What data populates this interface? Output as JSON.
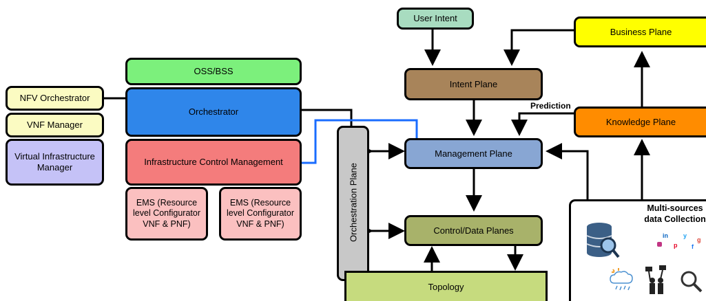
{
  "left": {
    "nfv_orchestrator": "NFV Orchestrator",
    "vnf_manager": "VNF Manager",
    "vim": "Virtual Infrastructure Manager"
  },
  "center": {
    "oss_bss": "OSS/BSS",
    "orchestrator": "Orchestrator",
    "icm": "Infrastructure Control Management",
    "ems_1": "EMS (Resource level Configurator VNF & PNF)",
    "ems_2": "EMS (Resource level Configurator VNF & PNF)",
    "orchestration_plane": "Orchestration Plane"
  },
  "right": {
    "user_intent": "User Intent",
    "intent_plane": "Intent Plane",
    "management_plane": "Management Plane",
    "control_data_planes": "Control/Data Planes",
    "topology": "Topology",
    "business_plane": "Business Plane",
    "knowledge_plane": "Knowledge Plane",
    "prediction": "Prediction",
    "data_collection_title": "Multi-sources data Collection"
  },
  "social_glyphs": [
    "in",
    "y",
    "g",
    "p",
    "f"
  ],
  "colors": {
    "oss_bss": "#7cf07c",
    "orchestrator": "#2f86ea",
    "icm": "#f47c7c",
    "ems": "#fbc0c0",
    "left_yellow": "#fbfbc2",
    "vim": "#c5c2f7",
    "user_intent": "#a8dcc0",
    "intent_plane": "#a8845a",
    "management_plane": "#88a6d3",
    "control_data_planes": "#a8b26a",
    "topology": "#c6db7e",
    "business_plane": "#ffff00",
    "knowledge_plane": "#ff8c00",
    "orchestration_plane": "#c8c8c8",
    "blue_link": "#1a6cff"
  }
}
